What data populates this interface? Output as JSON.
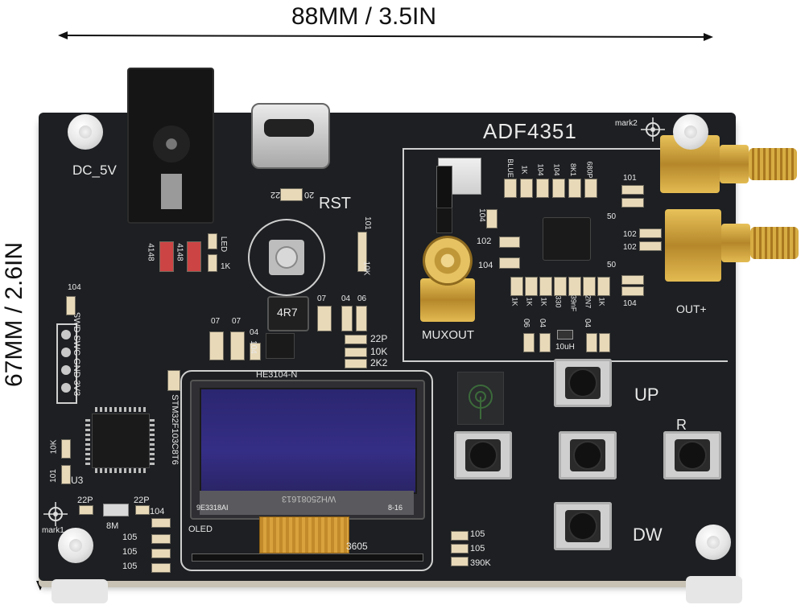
{
  "dimensions": {
    "width_label": "88MM / 3.5IN",
    "height_label": "67MM / 2.6IN"
  },
  "board": {
    "title": "ADF4351",
    "mark_top": "mark2",
    "mark_left": "mark1",
    "dc_label": "DC_5V",
    "rst_label": "RST",
    "muxout_label": "MUXOUT",
    "out_label": "OUT+",
    "swd_label": "SWD SWC GND 3V3",
    "mcu_label": "STM32F103C8T6",
    "u3_label": "U3",
    "oled_model": "HE3104-N",
    "oled_label": "OLED",
    "oled_part": "9E3318AI",
    "oled_size": "8-16",
    "oled_code": "WH25081613",
    "code_3605": "3605",
    "inductor": "4R7",
    "buttons": {
      "up": "UP",
      "down": "DW",
      "right": "R"
    },
    "silk": {
      "d1": "4148",
      "d2": "4148",
      "led": "LED",
      "r1k": "1K",
      "r22p_a": "22P",
      "r10k_a": "10K",
      "r2k2": "2K2",
      "r10k_b": "10K",
      "r104_a": "104",
      "r104_b": "104",
      "r101": "101",
      "c22": "22",
      "c20": "20",
      "rf_row": [
        "BLUE",
        "1K",
        "104",
        "104",
        "8K1",
        "680P"
      ],
      "rf_104": "104",
      "rf_102a": "102",
      "rf_104b": "104",
      "rf_bottom_row": [
        "1K",
        "1K",
        "1K",
        "330",
        "39nF",
        "2N7",
        "1K"
      ],
      "rf_right": [
        "101",
        "50",
        "102",
        "102",
        "50",
        "104"
      ],
      "rf_10uh": "10uH",
      "rf_misc": [
        "06",
        "04",
        "04"
      ],
      "left_104": "104",
      "left_10k": "10K",
      "left_101": "101",
      "r22p_b": "22P",
      "r22p_c": "22P",
      "r8m": "8M",
      "r104_c": "104",
      "r105_a": "105",
      "r105_b": "105",
      "r105_c": "105",
      "br_105a": "105",
      "br_105b": "105",
      "br_390k": "390K",
      "c07a": "07",
      "c07b": "07",
      "c04": "04",
      "c07c": "07",
      "c04b": "04",
      "c06": "06"
    }
  }
}
